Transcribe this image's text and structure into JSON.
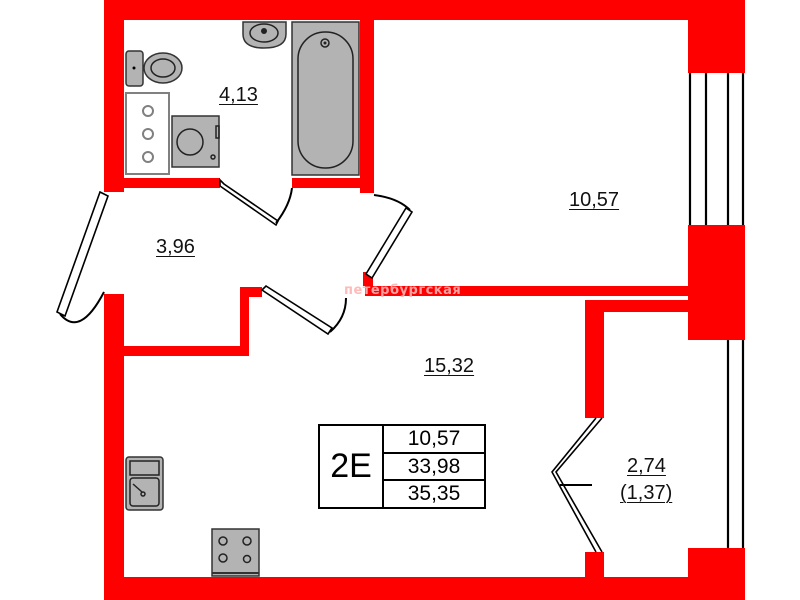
{
  "plan": {
    "type": "floor-plan",
    "wall_color": "#ff0000",
    "fixture_color": "#b3b3b3"
  },
  "rooms": {
    "bathroom": {
      "area": "4,13"
    },
    "hallway": {
      "area": "3,96"
    },
    "bedroom": {
      "area": "10,57"
    },
    "living_kitchen": {
      "area": "15,32"
    },
    "balcony": {
      "area": "2,74",
      "reduced_area": "(1,37)"
    }
  },
  "legend": {
    "apartment_type": "2E",
    "living_area": "10,57",
    "total_area": "33,98",
    "total_area_with_balcony": "35,35"
  },
  "watermark": {
    "text": "петербургская"
  },
  "icons": [
    "toilet-icon",
    "sink-icon",
    "bathtub-icon",
    "washing-machine-icon",
    "boiler-icon",
    "kitchen-sink-icon",
    "stove-icon"
  ]
}
